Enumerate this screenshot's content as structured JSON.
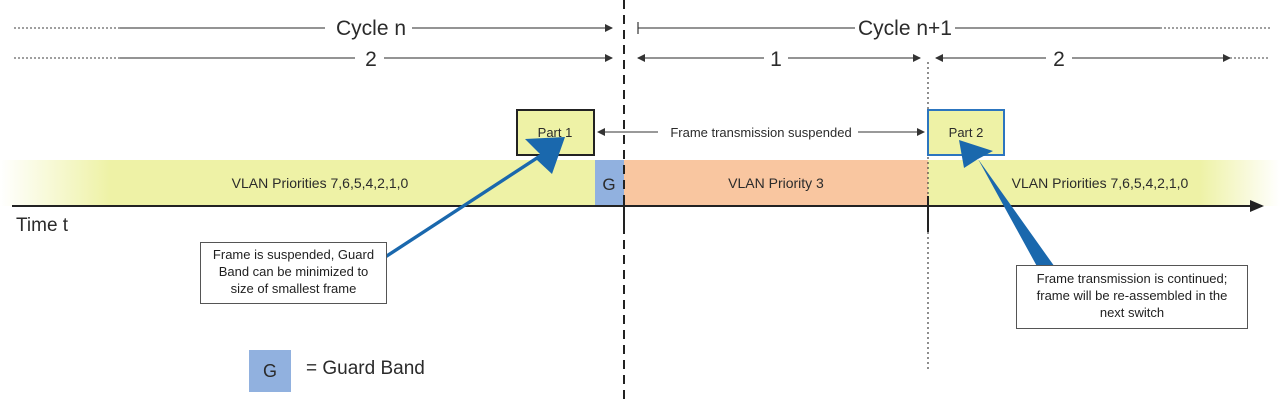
{
  "colors": {
    "yellow_band": "#eef2a6",
    "orange_band": "#f9c6a0",
    "guard_band": "#91b1df",
    "arrow_blue": "#1a68ad",
    "part2_border": "#2c75bf"
  },
  "header": {
    "cycle_n": "Cycle n",
    "cycle_n1": "Cycle n+1",
    "slot_2_left": "2",
    "slot_1": "1",
    "slot_2_right": "2"
  },
  "timeline": {
    "band_left": "VLAN Priorities 7,6,5,4,2,1,0",
    "band_middle": "VLAN Priority 3",
    "band_right": "VLAN Priorities 7,6,5,4,2,1,0",
    "guard_letter": "G",
    "time_label": "Time t"
  },
  "frames": {
    "part1": "Part 1",
    "part2": "Part 2",
    "suspended_label": "Frame transmission suspended"
  },
  "callouts": {
    "left": "Frame is suspended, Guard Band can be minimized to size of smallest frame",
    "right": "Frame transmission is continued; frame will be re-assembled in the next switch"
  },
  "legend": {
    "letter": "G",
    "text": "= Guard Band"
  }
}
